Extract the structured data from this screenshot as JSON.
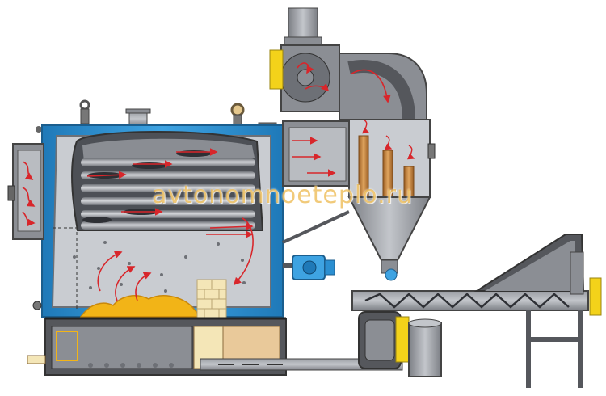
{
  "watermark": {
    "text": "avtonomnoeteplo.ru"
  },
  "colors": {
    "background": "#ffffff",
    "steel_dark": "#55575c",
    "steel_mid": "#8b8e94",
    "steel_light": "#b9bcc1",
    "boiler_jacket": "#2b8fd1",
    "interior": "#c9ccd1",
    "flow_arrows": "#d8262b",
    "fuel": "#f2b417",
    "insulation": "#e9c99a",
    "brick": "#f4e6b7",
    "filter_tubes": "#c7853f",
    "accent_yellow": "#f3d21a"
  },
  "parts": [
    "boiler-body",
    "combustion-chamber",
    "fire-tube-bank",
    "fuel-bed",
    "firebrick-stack",
    "ash-chamber",
    "front-door",
    "cyclone-fan",
    "exhaust-stack",
    "flue-duct",
    "filter-housing",
    "cyclone-hopper",
    "screw-conveyor",
    "motor-drive",
    "fuel-bin",
    "conveyor-support-frame"
  ]
}
